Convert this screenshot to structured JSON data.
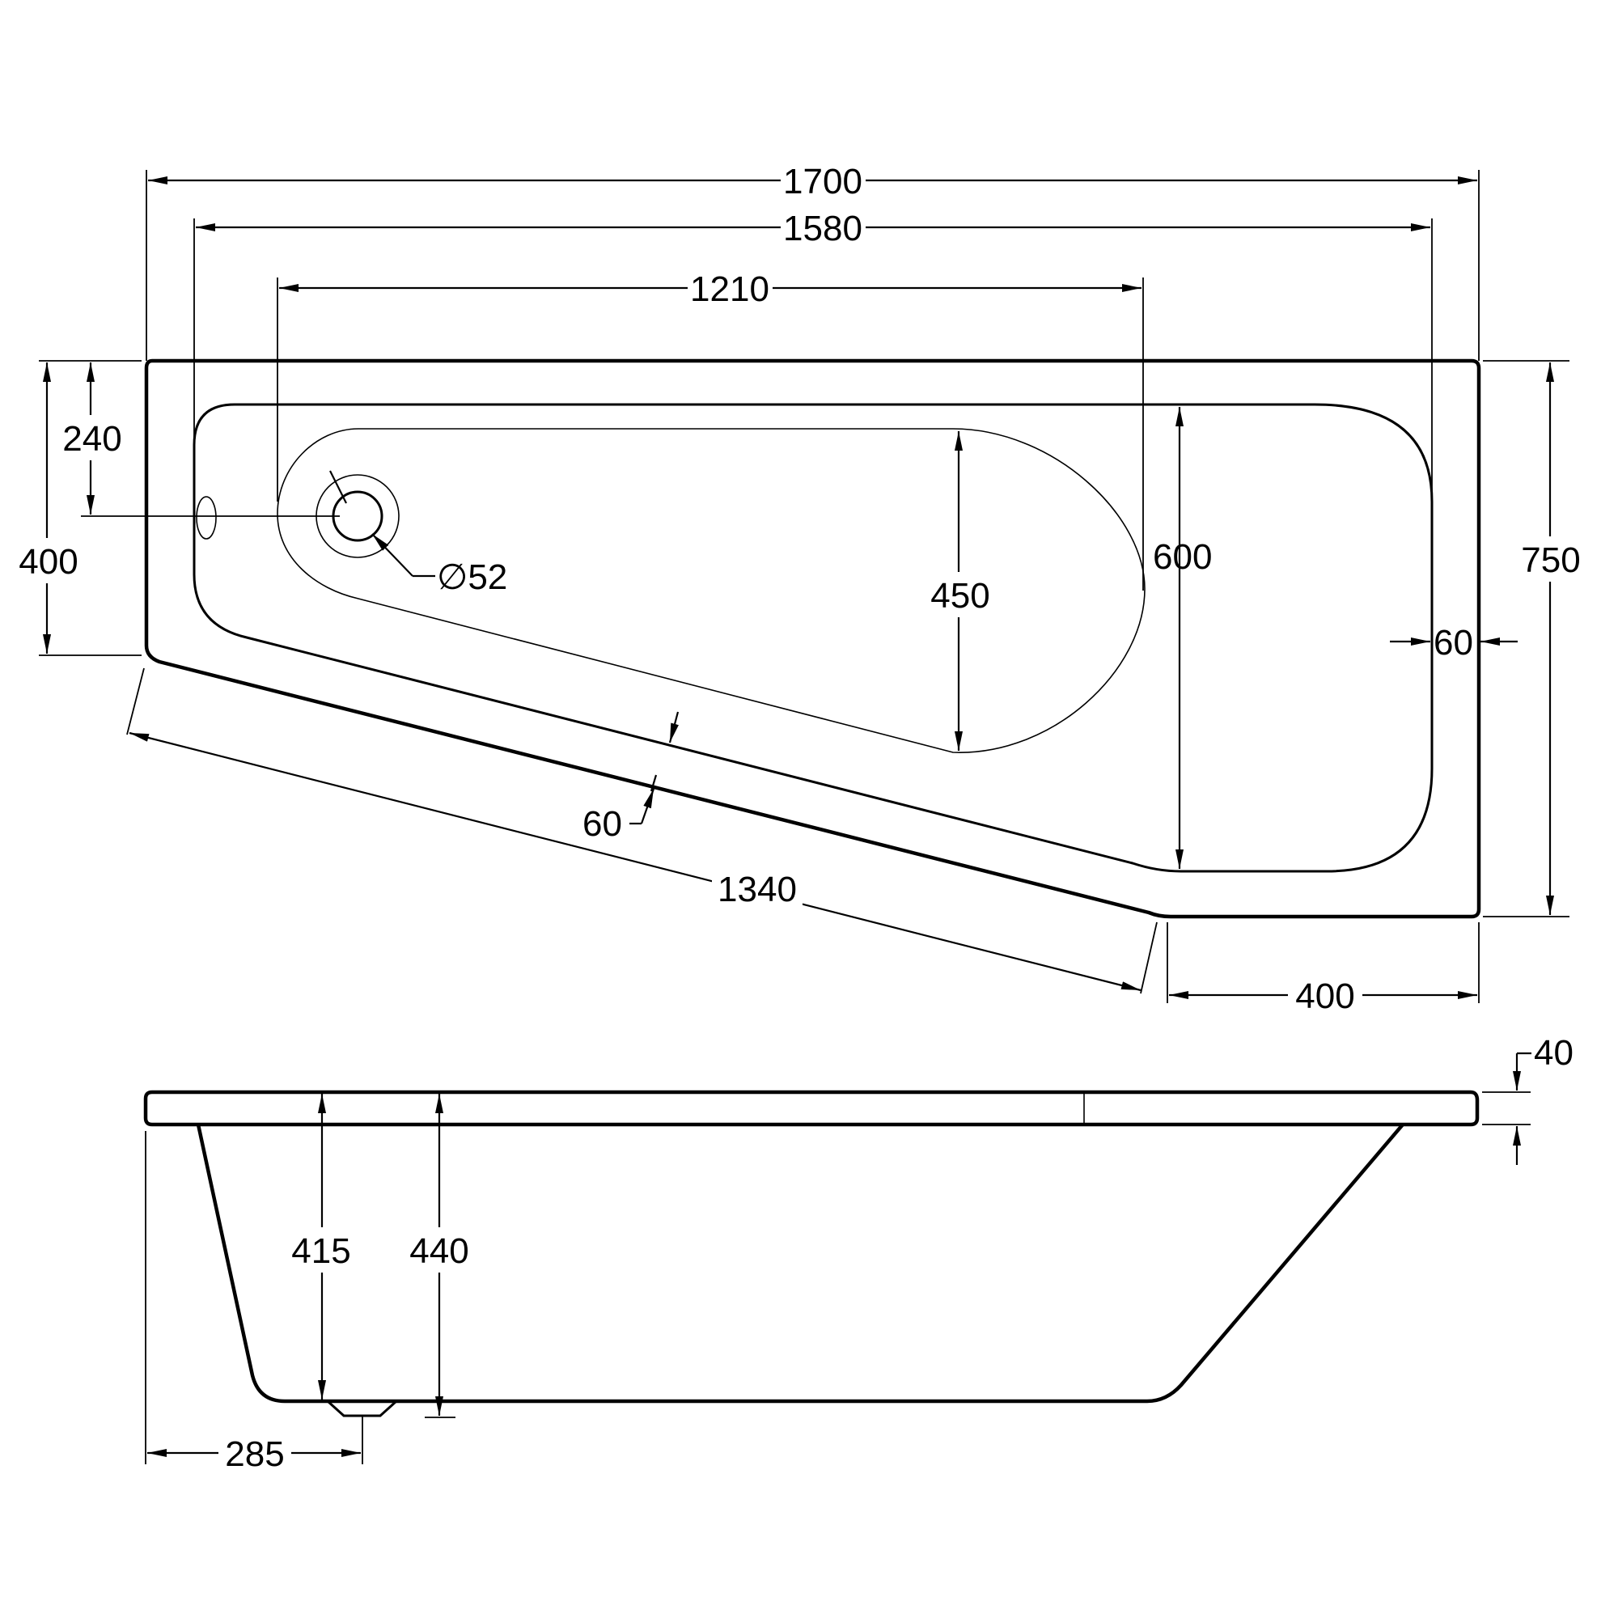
{
  "drawing": {
    "dimensions": {
      "overall_length": "1700",
      "inner_length": "1580",
      "floor_length": "1210",
      "waste_from_back": "240",
      "narrow_end_width": "400",
      "waste_diameter": "∅52",
      "floor_width": "450",
      "inner_width": "600",
      "overall_width": "750",
      "rim_width_end": "60",
      "rim_width_front": "60",
      "front_edge_length": "1340",
      "wide_end_straight": "400",
      "rim_thickness": "40",
      "depth_to_waste": "415",
      "depth_overall": "440",
      "waste_from_end": "285"
    }
  }
}
